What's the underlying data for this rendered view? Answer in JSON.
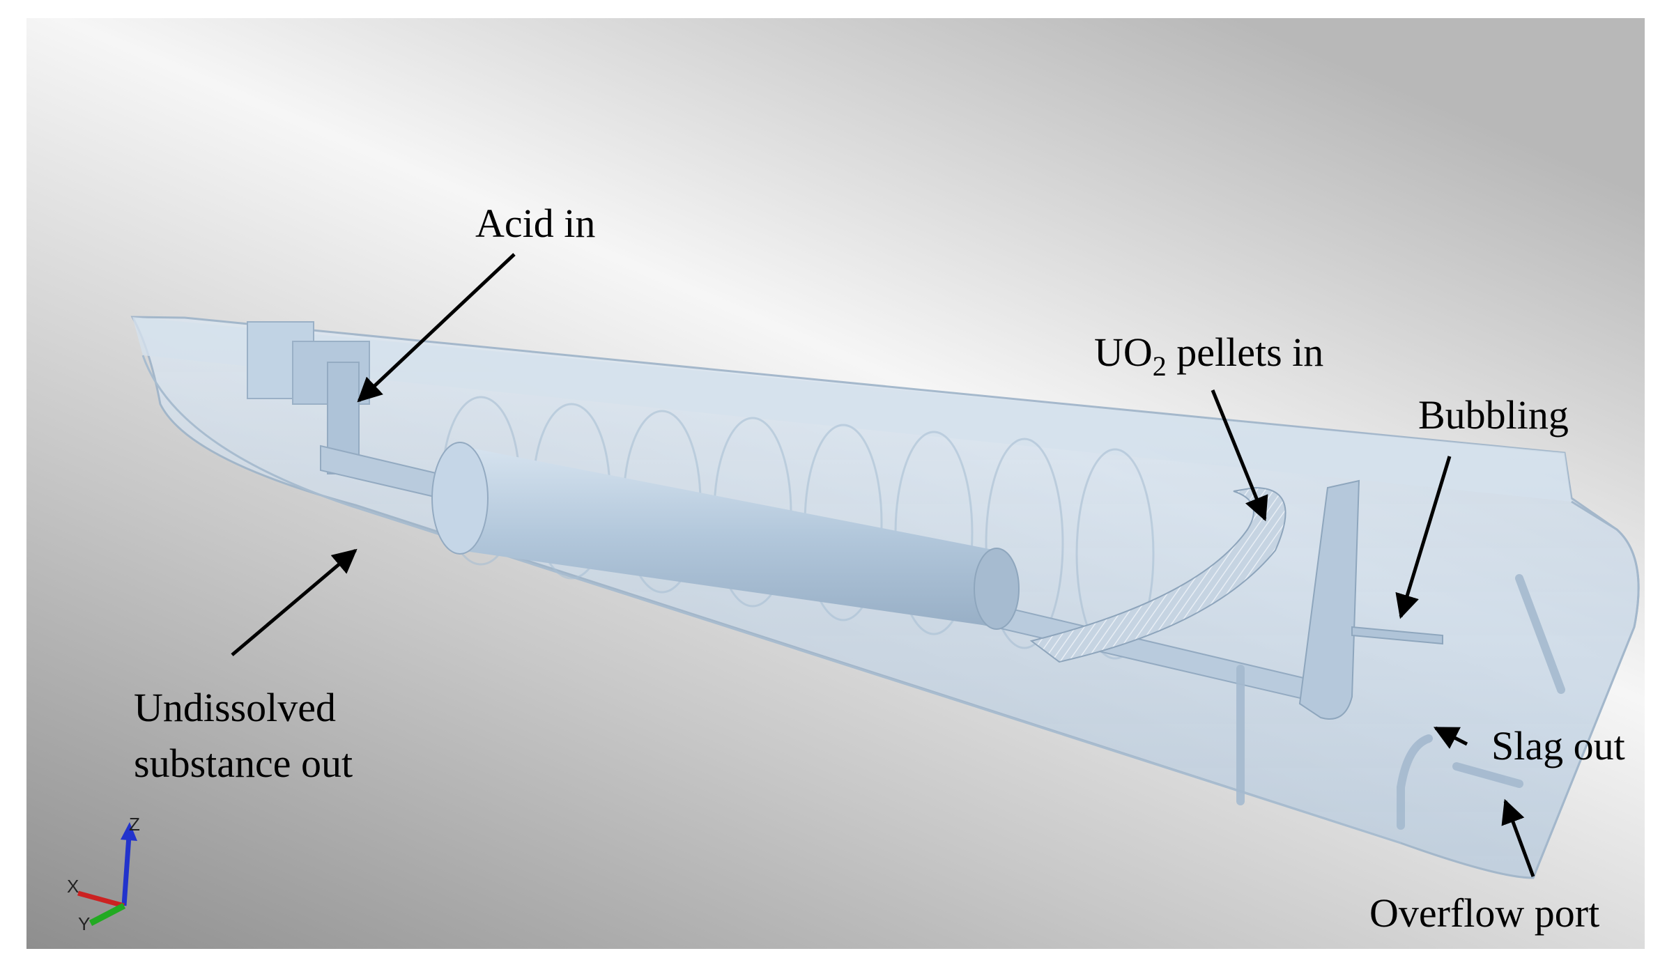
{
  "labels": {
    "acid_in": "Acid in",
    "pellets_prefix": "UO",
    "pellets_subscript": "2",
    "pellets_suffix": " pellets  in",
    "bubbling": "Bubbling",
    "undissolved_line1": "Undissolved",
    "undissolved_line2": "substance  out",
    "slag_out": "Slag  out",
    "overflow_port": "Overflow port"
  },
  "axes": {
    "z": "Z",
    "x": "X",
    "y": "Y"
  },
  "colors": {
    "background_light": "#f4f4f4",
    "background_dark": "#8f8f8f",
    "vessel_fill": "#c9d9ea",
    "vessel_stroke": "#9fb4c9",
    "component_fill": "#aec3d8",
    "axis_x": "#cc2222",
    "axis_y": "#22aa22",
    "axis_z": "#2233cc"
  }
}
